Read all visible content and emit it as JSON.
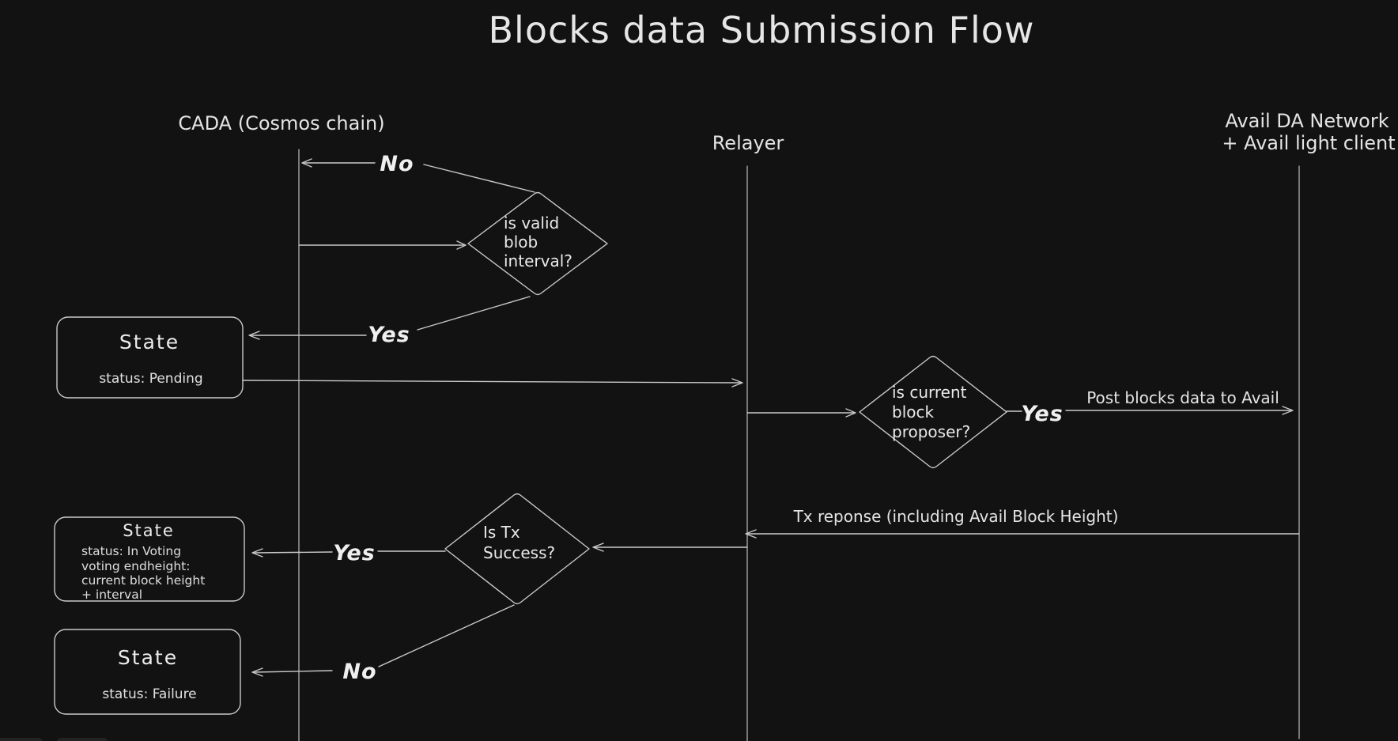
{
  "title": "Blocks data Submission Flow",
  "lanes": {
    "cada": {
      "label": "CADA (Cosmos chain)"
    },
    "relayer": {
      "label": "Relayer"
    },
    "avail": {
      "label_line1": "Avail DA Network",
      "label_line2": "+ Avail light client"
    }
  },
  "decisions": {
    "blob_interval": {
      "lines": [
        "is valid",
        "blob",
        "interval?"
      ],
      "no_label": "No",
      "yes_label": "Yes"
    },
    "block_proposer": {
      "lines": [
        "is current",
        "block",
        "proposer?"
      ],
      "yes_label": "Yes"
    },
    "tx_success": {
      "lines": [
        "Is Tx",
        "Success?"
      ],
      "yes_label": "Yes",
      "no_label": "No"
    }
  },
  "states": {
    "pending": {
      "title": "State",
      "line1": "status: Pending"
    },
    "in_voting": {
      "title": "State",
      "line1": "status: In Voting",
      "line2": "voting endheight:",
      "line3": "current block height",
      "line4": "+ interval"
    },
    "failure": {
      "title": "State",
      "line1": "status: Failure"
    }
  },
  "messages": {
    "post_blocks": "Post blocks data to Avail",
    "tx_response": "Tx reponse (including Avail Block Height)"
  },
  "colors": {
    "background": "#121212",
    "stroke": "#c9c9c9",
    "text": "#e9e9e9"
  }
}
